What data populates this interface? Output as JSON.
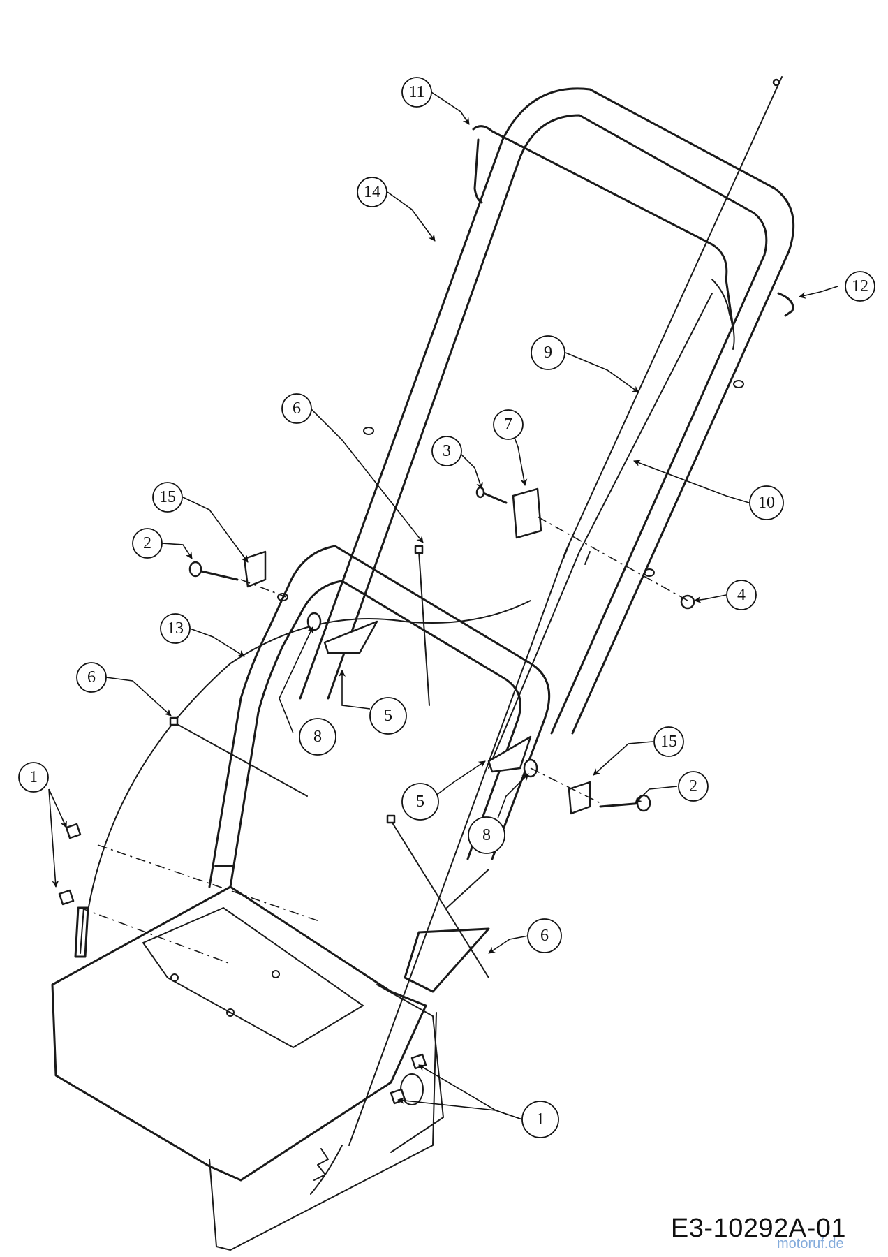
{
  "drawing_code": "E3-10292A-01",
  "watermark": "motoruf.de",
  "callouts": [
    {
      "id": "c11",
      "label": "11"
    },
    {
      "id": "c14",
      "label": "14"
    },
    {
      "id": "c12",
      "label": "12"
    },
    {
      "id": "c9",
      "label": "9"
    },
    {
      "id": "c6a",
      "label": "6"
    },
    {
      "id": "c7",
      "label": "7"
    },
    {
      "id": "c3",
      "label": "3"
    },
    {
      "id": "c10",
      "label": "10"
    },
    {
      "id": "c15a",
      "label": "15"
    },
    {
      "id": "c2a",
      "label": "2"
    },
    {
      "id": "c4",
      "label": "4"
    },
    {
      "id": "c13",
      "label": "13"
    },
    {
      "id": "c6b",
      "label": "6"
    },
    {
      "id": "c5a",
      "label": "5"
    },
    {
      "id": "c8a",
      "label": "8"
    },
    {
      "id": "c15b",
      "label": "15"
    },
    {
      "id": "c1a",
      "label": "1"
    },
    {
      "id": "c2b",
      "label": "2"
    },
    {
      "id": "c5b",
      "label": "5"
    },
    {
      "id": "c8b",
      "label": "8"
    },
    {
      "id": "c6c",
      "label": "6"
    },
    {
      "id": "c1b",
      "label": "1"
    }
  ]
}
